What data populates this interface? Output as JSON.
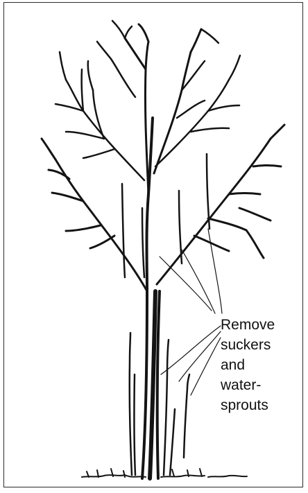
{
  "callout": {
    "lines": [
      "Remove",
      "suckers",
      "and",
      "water-",
      "sprouts"
    ]
  },
  "colors": {
    "ink": "#141414",
    "frame": "#2a2a2a",
    "background": "#ffffff"
  }
}
